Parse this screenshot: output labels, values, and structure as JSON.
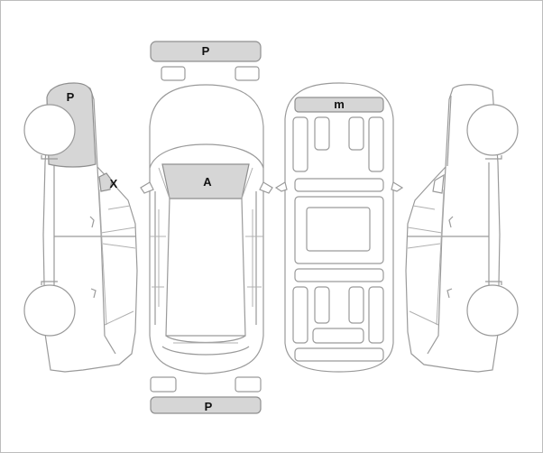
{
  "diagram": {
    "damage_marks": {
      "front_bumper": "P",
      "rear_bumper": "P",
      "left_front_fender": "P",
      "left_side_mirror": "X",
      "windshield": "A",
      "roof_front": "m"
    },
    "colors": {
      "outline": "#9a9a9a",
      "marked_area_fill": "#d6d6d6"
    }
  }
}
